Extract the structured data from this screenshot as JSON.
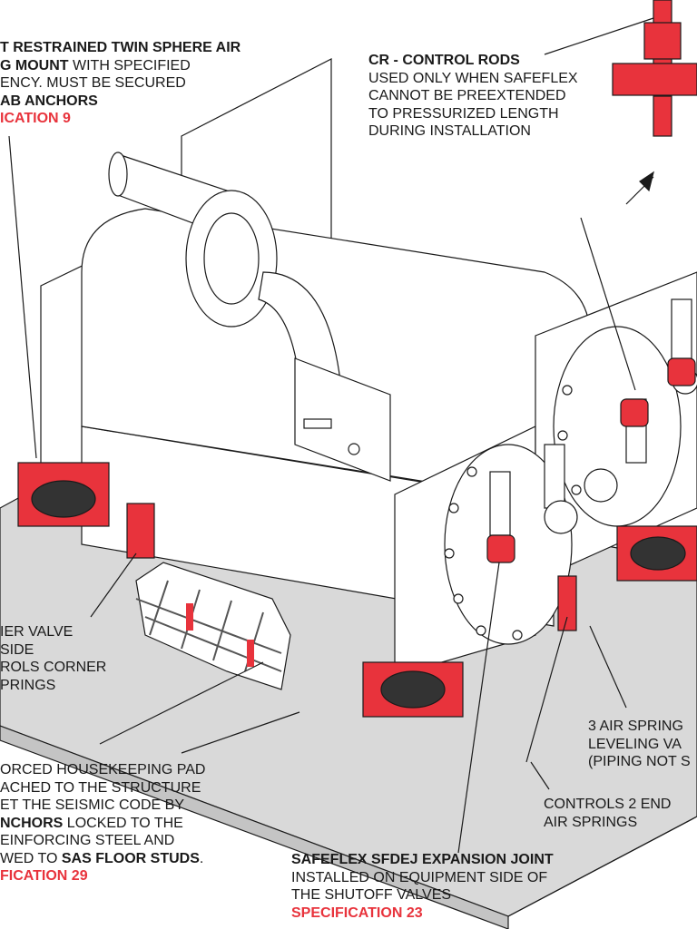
{
  "colors": {
    "accent_red": "#e8333c",
    "pad_gray": "#d9d9d9",
    "line": "#1a1a1a"
  },
  "callouts": {
    "air_mount": {
      "l1_bold": "T RESTRAINED TWIN SPHERE AIR",
      "l2_bold": "G MOUNT",
      "l2_rest": " WITH SPECIFIED",
      "l3": "ENCY. MUST BE SECURED",
      "l4_bold": "AB ANCHORS",
      "spec": "ICATION 9"
    },
    "control_rods": {
      "title": "CR - CONTROL RODS",
      "l1": "USED ONLY WHEN SAFEFLEX",
      "l2": "CANNOT BE PREEXTENDED",
      "l3": "TO PRESSURIZED LENGTH",
      "l4": "DURING INSTALLATION"
    },
    "leveling_valve_side": {
      "l1": "IER VALVE",
      "l2": " SIDE",
      "l3": "ROLS CORNER",
      "l4": "PRINGS"
    },
    "housekeeping_pad": {
      "l1": "ORCED HOUSEKEEPING PAD",
      "l2": "ACHED TO THE STRUCTURE",
      "l3": "ET THE SEISMIC CODE BY",
      "l4_bold": "NCHORS",
      "l4_rest": " LOCKED TO THE",
      "l5": "EINFORCING STEEL AND",
      "l6_pre": "WED TO ",
      "l6_bold": "SAS FLOOR STUDS",
      "l6_post": ".",
      "spec": "FICATION 29"
    },
    "expansion_joint": {
      "title": "SAFEFLEX SFDEJ EXPANSION JOINT",
      "l1": "INSTALLED ON EQUIPMENT SIDE OF",
      "l2": "THE SHUTOFF VALVES",
      "spec": "SPECIFICATION 23"
    },
    "leveling_valves_3": {
      "l1": "3 AIR SPRING",
      "l2": " LEVELING VA",
      "l3": "(PIPING NOT S"
    },
    "end_springs": {
      "l1": "CONTROLS 2 END",
      "l2": "AIR SPRINGS"
    }
  }
}
